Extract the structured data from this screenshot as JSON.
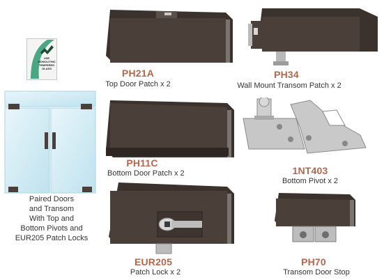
{
  "badge": {
    "lines": [
      "USE",
      "MONOLITHIC",
      "TEMPERED",
      "GLASS"
    ]
  },
  "colors": {
    "code_text": "#b5674a",
    "body_text": "#333333",
    "bronze_finish": "#4a3f39",
    "glass_tint": "#cfeaf4",
    "steel": "#bfbfbf",
    "badge_green": "#2a9a6e"
  },
  "doors": {
    "caption": [
      "Paired Doors",
      "and Transom",
      "With Top and",
      "Bottom Pivots and",
      "EUR205 Patch Locks"
    ]
  },
  "products": [
    {
      "code": "PH21A",
      "desc": "Top Door Patch x 2"
    },
    {
      "code": "PH34",
      "desc": "Wall Mount Transom Patch x 2"
    },
    {
      "code": "PH11C",
      "desc": "Bottom Door Patch x 2"
    },
    {
      "code": "1NT403",
      "desc": "Bottom Pivot x 2"
    },
    {
      "code": "EUR205",
      "desc": "Patch Lock x 2"
    },
    {
      "code": "PH70",
      "desc": "Transom Door Stop"
    }
  ]
}
